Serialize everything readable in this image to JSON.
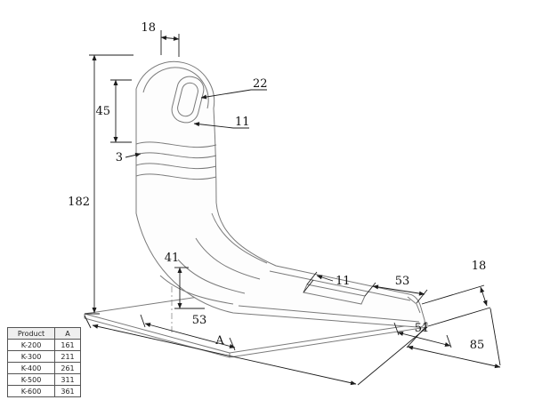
{
  "drawing": {
    "dims": {
      "top_18": "18",
      "d45": "45",
      "d22": "22",
      "d11_slot": "11",
      "d3": "3",
      "d182": "182",
      "d41": "41",
      "d53_base": "53",
      "dA": "A",
      "d11_arm": "11",
      "d53_arm": "53",
      "d18_right": "18",
      "d51": "51",
      "d85": "85"
    }
  },
  "table": {
    "headers": [
      "Product",
      "A"
    ],
    "rows": [
      [
        "K-200",
        "161"
      ],
      [
        "K-300",
        "211"
      ],
      [
        "K-400",
        "261"
      ],
      [
        "K-500",
        "311"
      ],
      [
        "K-600",
        "361"
      ]
    ]
  },
  "colors": {
    "background": "#ffffff",
    "geometry": "#7a7a7a",
    "dimension": "#1c1c1c",
    "table_border": "#555555"
  }
}
